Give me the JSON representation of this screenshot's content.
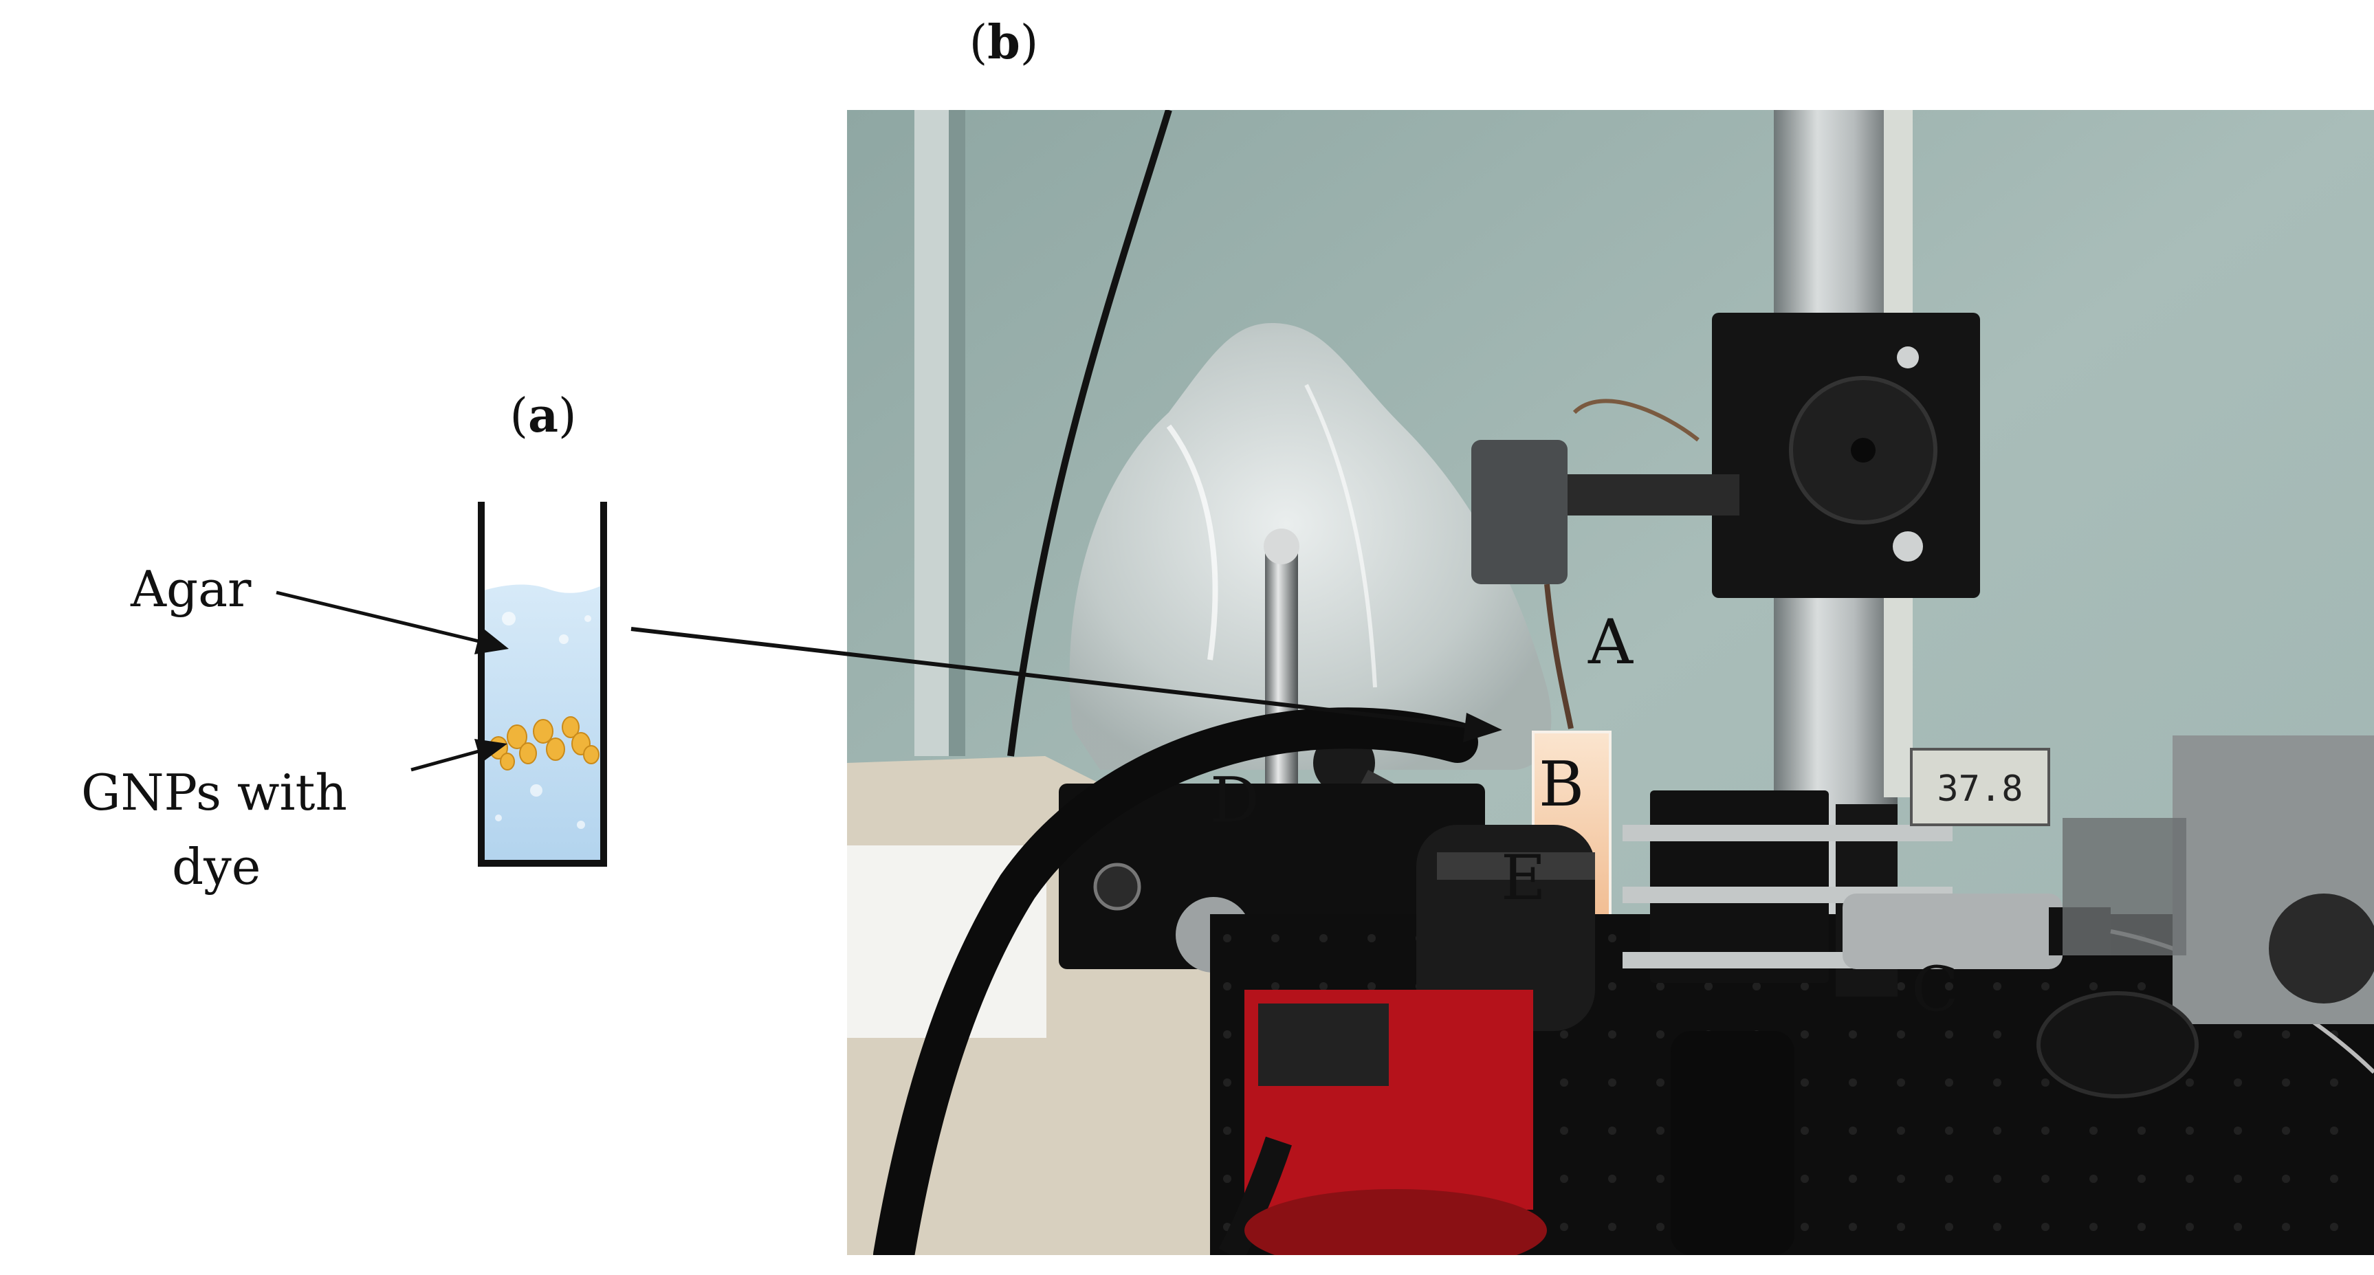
{
  "panel_a": {
    "label_open": "(",
    "label_letter": "a",
    "label_close": ")",
    "agar_label": "Agar",
    "gnp_label_line1": "GNPs with",
    "gnp_label_line2": "dye"
  },
  "panel_b": {
    "label_open": "(",
    "label_letter": "b",
    "label_close": ")",
    "markers": {
      "A": "A",
      "B": "B",
      "C": "C",
      "D": "D",
      "E": "E"
    },
    "display_reading": "37.8"
  },
  "colors": {
    "agar_fill": "#bfdcf2",
    "gnp_dots": "#f0b43a",
    "wall": "#a6b8b3",
    "table": "#0e0e0e",
    "camera_red": "#b5121b"
  }
}
